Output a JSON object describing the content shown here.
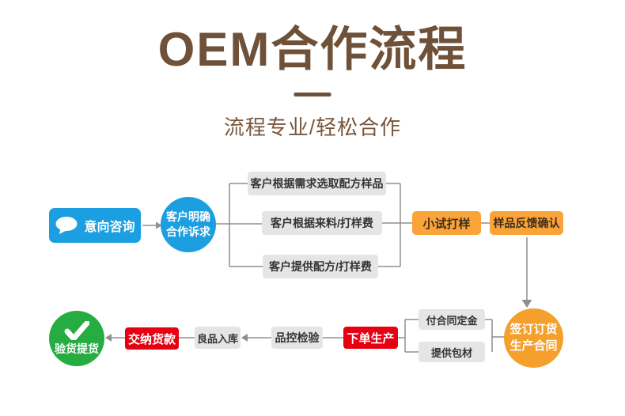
{
  "header": {
    "title": "OEM合作流程",
    "subtitle": "流程专业/轻松合作"
  },
  "flow": {
    "inquiry": "意向咨询",
    "demand_circle": {
      "line1": "客户明确",
      "line2": "合作诉求"
    },
    "options": [
      "客户根据需求选取配方样品",
      "客户根据来料/打样费",
      "客户提供配方/打样费"
    ],
    "trial": "小试打样",
    "feedback": "样品反馈确认",
    "contract_circle": {
      "line1": "签订订货",
      "line2": "生产合同"
    },
    "deposit": "付合同定金",
    "packaging": "提供包材",
    "production": "下单生产",
    "qc": "品控检验",
    "warehouse": "良品入库",
    "payment": "交纳货款",
    "delivery": "验货提货"
  },
  "icons": {
    "chat_bubble": "chat-bubble-icon",
    "checkmark": "checkmark-icon"
  },
  "colors": {
    "title_brown": "#6E5138",
    "subtitle_brown": "#77563C",
    "blue": "#1B9FE0",
    "orange_box": "#FAA338",
    "orange_circle": "#F5A02C",
    "red": "#E60012",
    "green": "#25AD42",
    "gray_box": "#E5E5E5",
    "connector_gray": "#8F8F8F"
  }
}
